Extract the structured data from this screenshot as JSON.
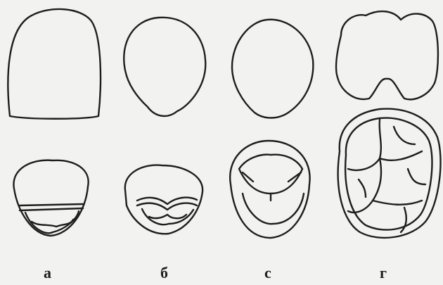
{
  "labels": {
    "a": "а",
    "b": "б",
    "c": "с",
    "d": "г"
  },
  "colors": {
    "background": "#f2f2f0",
    "outline": "#1e1e1e",
    "faint_text": "#c9c9c5"
  }
}
